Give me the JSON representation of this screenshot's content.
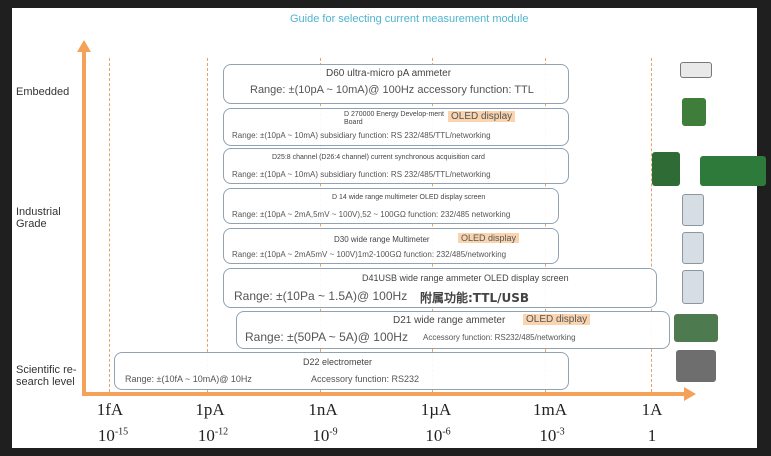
{
  "title": "Guide for selecting current measurement module",
  "categories": [
    {
      "label": "Embedded"
    },
    {
      "label": "Industrial Grade"
    },
    {
      "label": "Scientific re-search level"
    }
  ],
  "axis_ticks": [
    {
      "top": "1fA",
      "base": "10",
      "exp": "-15"
    },
    {
      "top": "1pA",
      "base": "10",
      "exp": "-12"
    },
    {
      "top": "1nA",
      "base": "10",
      "exp": "-9"
    },
    {
      "top": "1µA",
      "base": "10",
      "exp": "-6"
    },
    {
      "top": "1mA",
      "base": "10",
      "exp": "-3"
    },
    {
      "top": "1A",
      "base": "1",
      "exp": ""
    }
  ],
  "boxes": [
    {
      "title": "D60 ultra-micro pA ammeter",
      "range": "Range: ±(10pA ~ 10mA)@ 100Hz accessory function: TTL"
    },
    {
      "title": "D 270000 Energy Develop-ment Board",
      "highlight": "OLED display",
      "range": "Range: ±(10pA ~ 10mA) subsidiary function: RS 232/485/TTL/networking"
    },
    {
      "title": "D25:8 channel (D26:4 channel) current synchronous acquisition card",
      "range": "Range: ±(10pA ~ 10mA) subsidiary function: RS 232/485/TTL/networking"
    },
    {
      "title": "D 14 wide range multimeter OLED display screen",
      "range": "Range: ±(10pA ~ 2mA,5mV ~ 100V),52 ~ 100GΩ function: 232/485 networking"
    },
    {
      "title": "D30 wide range Multimeter",
      "highlight": "OLED display",
      "range": "Range: ±(10pA ~ 2mA5mV ~ 100V)1m2-100GΩ function: 232/485/networking"
    },
    {
      "title": "D41USB wide range ammeter OLED display screen",
      "range": "Range: ±(10Pa ~ 1.5A)@ 100Hz",
      "extra": "附属功能:TTL/USB"
    },
    {
      "title": "D21 wide range ammeter",
      "highlight": "OLED display",
      "range": "Range: ±(50PA ~ 5A)@ 100Hz",
      "extra": "Accessory function: RS232/485/networking"
    },
    {
      "title": "D22 electrometer",
      "range": "Range: ±(10fA ~ 10mA)@ 10Hz",
      "extra": "Accessory function: RS232"
    }
  ]
}
